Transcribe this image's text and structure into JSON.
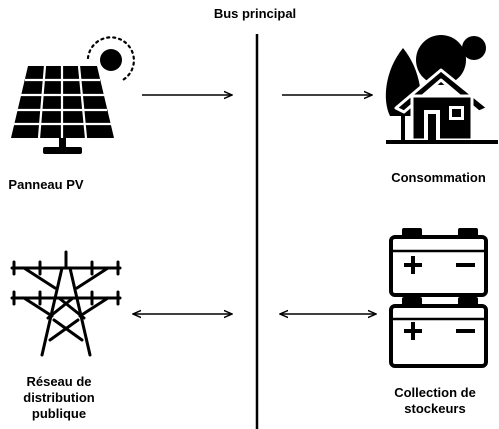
{
  "bus": {
    "title": "Bus principal"
  },
  "nodes": {
    "pv": {
      "label": "Panneau PV",
      "icon": "solar-panel-icon"
    },
    "consumption": {
      "label": "Consommation",
      "icon": "house-icon"
    },
    "grid": {
      "label_line1": "Réseau de",
      "label_line2": "distribution",
      "label_line3": "publique",
      "icon": "power-pylon-icon"
    },
    "storage": {
      "label_line1": "Collection de",
      "label_line2": "stockeurs",
      "icon": "battery-icon"
    }
  },
  "connections": [
    {
      "from": "pv",
      "to": "bus",
      "direction": "one-way"
    },
    {
      "from": "bus",
      "to": "consumption",
      "direction": "one-way"
    },
    {
      "from": "grid",
      "to": "bus",
      "direction": "two-way"
    },
    {
      "from": "bus",
      "to": "storage",
      "direction": "two-way"
    }
  ]
}
